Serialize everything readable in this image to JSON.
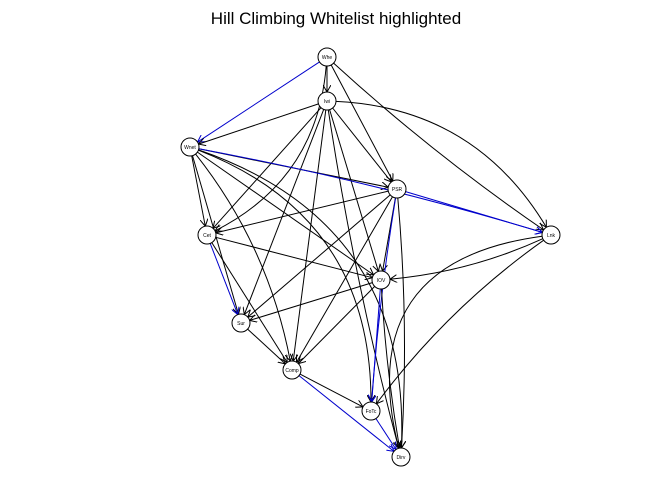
{
  "title": "Hill Climbing Whitelist highlighted",
  "colors": {
    "edge": "#000000",
    "whitelist_edge": "#0000cc",
    "node_stroke": "#000000",
    "node_fill": "#ffffff",
    "background": "#ffffff"
  },
  "nodes": [
    {
      "id": "Whe",
      "label": "Whe"
    },
    {
      "id": "Iwi",
      "label": "Iwi"
    },
    {
      "id": "Wnet",
      "label": "Wnet"
    },
    {
      "id": "PSR",
      "label": "PSR"
    },
    {
      "id": "Cet",
      "label": "Cet"
    },
    {
      "id": "Lnk",
      "label": "Lnk"
    },
    {
      "id": "IOV",
      "label": "IOV"
    },
    {
      "id": "Sur",
      "label": "Sur"
    },
    {
      "id": "Comp",
      "label": "Comp"
    },
    {
      "id": "FoTc",
      "label": "FoTc"
    },
    {
      "id": "Dirv",
      "label": "Dirv"
    }
  ],
  "edges": [
    {
      "from": "Whe",
      "to": "Iwi",
      "whitelist": false
    },
    {
      "from": "Whe",
      "to": "Wnet",
      "whitelist": true
    },
    {
      "from": "Whe",
      "to": "PSR",
      "whitelist": false
    },
    {
      "from": "Whe",
      "to": "Lnk",
      "whitelist": false
    },
    {
      "from": "Whe",
      "to": "Cet",
      "whitelist": false
    },
    {
      "from": "Iwi",
      "to": "Wnet",
      "whitelist": false
    },
    {
      "from": "Iwi",
      "to": "PSR",
      "whitelist": false
    },
    {
      "from": "Iwi",
      "to": "Lnk",
      "whitelist": false
    },
    {
      "from": "Iwi",
      "to": "Cet",
      "whitelist": false
    },
    {
      "from": "Iwi",
      "to": "Sur",
      "whitelist": false
    },
    {
      "from": "Iwi",
      "to": "Comp",
      "whitelist": false
    },
    {
      "from": "Iwi",
      "to": "IOV",
      "whitelist": false
    },
    {
      "from": "Iwi",
      "to": "Dirv",
      "whitelist": false
    },
    {
      "from": "Wnet",
      "to": "PSR",
      "whitelist": false
    },
    {
      "from": "Wnet",
      "to": "Lnk",
      "whitelist": true
    },
    {
      "from": "Wnet",
      "to": "Cet",
      "whitelist": false
    },
    {
      "from": "Wnet",
      "to": "IOV",
      "whitelist": false
    },
    {
      "from": "Wnet",
      "to": "Sur",
      "whitelist": false
    },
    {
      "from": "Wnet",
      "to": "Comp",
      "whitelist": false
    },
    {
      "from": "Wnet",
      "to": "FoTc",
      "whitelist": false
    },
    {
      "from": "Wnet",
      "to": "Dirv",
      "whitelist": false
    },
    {
      "from": "PSR",
      "to": "Lnk",
      "whitelist": true
    },
    {
      "from": "PSR",
      "to": "Cet",
      "whitelist": false
    },
    {
      "from": "PSR",
      "to": "IOV",
      "whitelist": false
    },
    {
      "from": "PSR",
      "to": "Sur",
      "whitelist": false
    },
    {
      "from": "PSR",
      "to": "Comp",
      "whitelist": false
    },
    {
      "from": "PSR",
      "to": "FoTc",
      "whitelist": true
    },
    {
      "from": "PSR",
      "to": "Dirv",
      "whitelist": false
    },
    {
      "from": "Cet",
      "to": "IOV",
      "whitelist": false
    },
    {
      "from": "Cet",
      "to": "Sur",
      "whitelist": true
    },
    {
      "from": "Cet",
      "to": "Comp",
      "whitelist": false
    },
    {
      "from": "Lnk",
      "to": "IOV",
      "whitelist": false
    },
    {
      "from": "Lnk",
      "to": "FoTc",
      "whitelist": false
    },
    {
      "from": "Lnk",
      "to": "Dirv",
      "whitelist": false
    },
    {
      "from": "IOV",
      "to": "Sur",
      "whitelist": false
    },
    {
      "from": "IOV",
      "to": "FoTc",
      "whitelist": true
    },
    {
      "from": "IOV",
      "to": "Comp",
      "whitelist": false
    },
    {
      "from": "IOV",
      "to": "Dirv",
      "whitelist": false
    },
    {
      "from": "Sur",
      "to": "Comp",
      "whitelist": false
    },
    {
      "from": "Comp",
      "to": "FoTc",
      "whitelist": false
    },
    {
      "from": "Comp",
      "to": "Dirv",
      "whitelist": true
    },
    {
      "from": "FoTc",
      "to": "Dirv",
      "whitelist": true
    }
  ]
}
